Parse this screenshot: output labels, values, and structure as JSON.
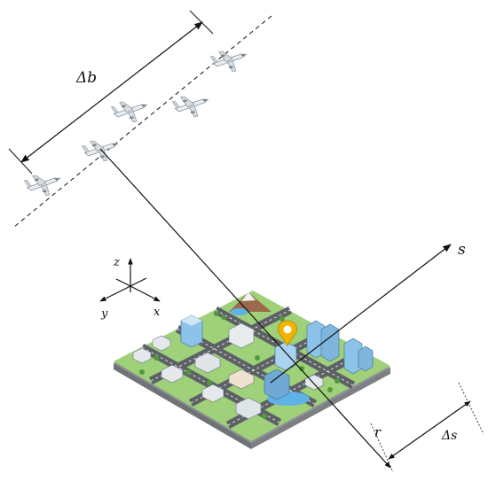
{
  "labels": {
    "delta_b": "Δb",
    "s_axis": "s",
    "r_axis": "r",
    "delta_s": "Δs",
    "axis_x": "x",
    "axis_y": "y",
    "axis_z": "z"
  },
  "colors": {
    "line": "#111111",
    "ground_gray": "#8d8f93",
    "road": "#5d6166",
    "grass": "#8fc46a",
    "building_blue": "#7fb6de",
    "water": "#5fb2e6",
    "pin": "#f0b400",
    "mountain": "#9a6a4a"
  },
  "icons": [
    "aircraft-icon",
    "city-map-icon",
    "location-pin-icon"
  ]
}
